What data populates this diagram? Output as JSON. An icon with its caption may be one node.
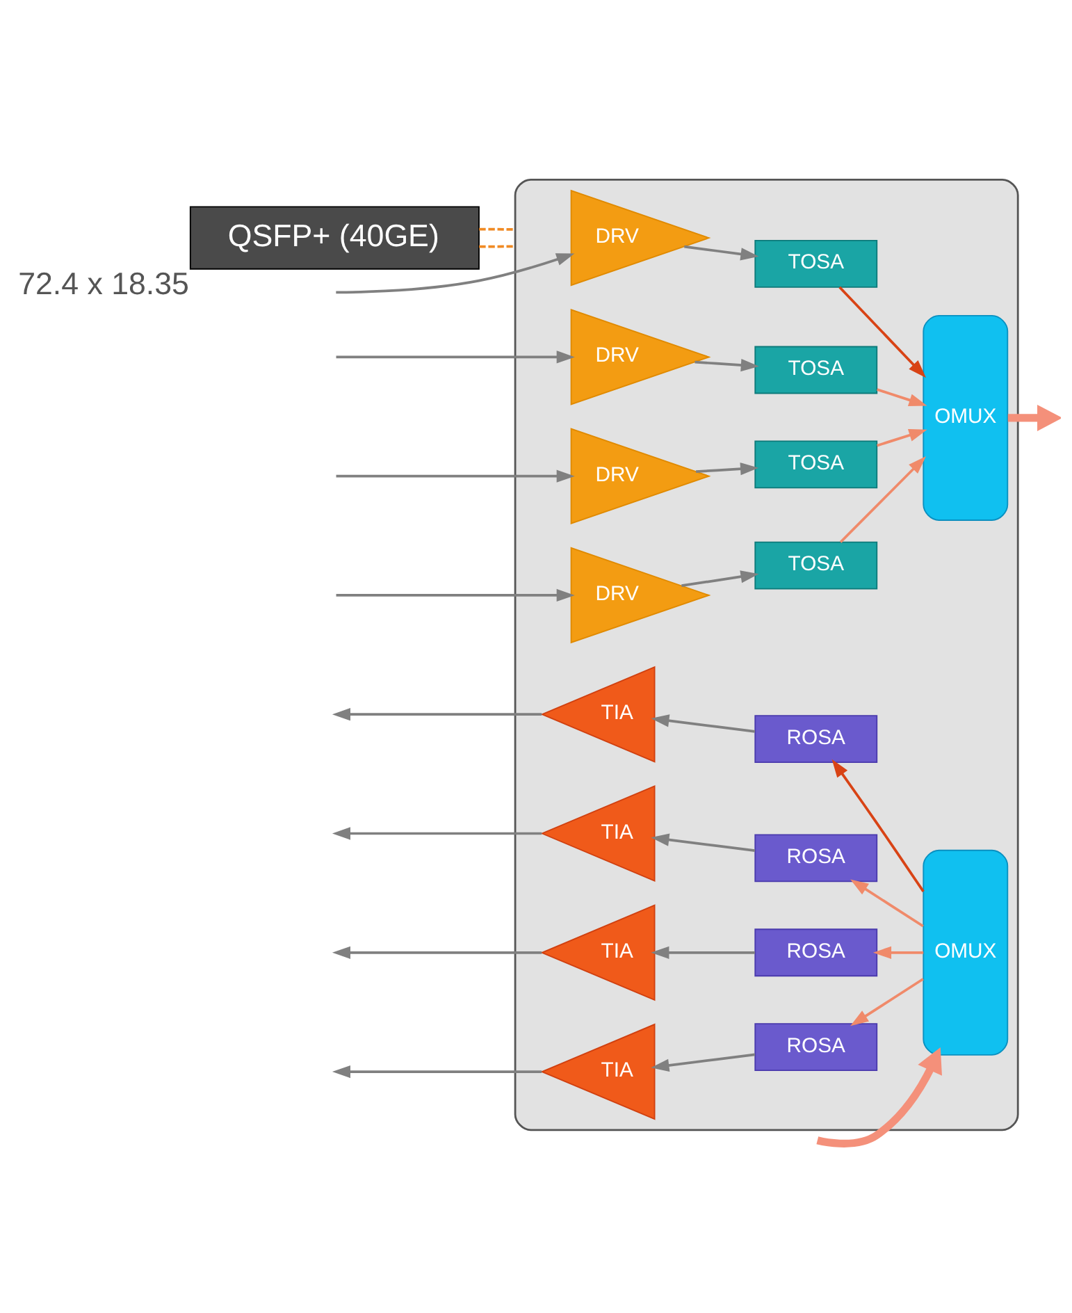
{
  "diagram": {
    "nodes": [
      {
        "text": [
          "QSFP+ (40GE)"
        ],
        "beside": [
          "72.4 x 18.35"
        ]
      },
      {
        "text": [],
        "shape": "box"
      },
      {
        "text": [
          "DRV"
        ],
        "in": 1
      },
      {
        "text": [
          "DRV"
        ],
        "in": 1
      },
      {
        "text": [
          "DRV"
        ],
        "in": 1
      },
      {
        "text": [
          "DRV"
        ],
        "in": 1
      },
      {
        "text": [
          "TOSA"
        ],
        "in": 1
      },
      {
        "text": [
          "TOSA"
        ],
        "in": 1
      },
      {
        "text": [
          "TOSA"
        ],
        "in": 1
      },
      {
        "text": [
          "TOSA"
        ],
        "in": 1
      },
      {
        "text": [
          "OMUX"
        ],
        "in": 1
      },
      {
        "text": [
          "TIA"
        ],
        "in": 1
      },
      {
        "text": [
          "TIA"
        ],
        "in": 1
      },
      {
        "text": [
          "TIA"
        ],
        "in": 1
      },
      {
        "text": [
          "TIA"
        ],
        "in": 1
      },
      {
        "text": [
          "ROSA"
        ],
        "in": 1
      },
      {
        "text": [
          "ROSA"
        ],
        "in": 1
      },
      {
        "text": [
          "ROSA"
        ],
        "in": 1
      },
      {
        "text": [
          "ROSA"
        ],
        "in": 1
      },
      {
        "text": [
          "OMUX"
        ],
        "in": 1
      }
    ],
    "edges": [
      {
        "from": 0,
        "to": 1,
        "arrow": "none",
        "style": "dashed",
        "color": "#f08a24"
      },
      {
        "from": 0,
        "to": 1,
        "arrow": "none",
        "style": "dashed",
        "color": "#f08a24"
      },
      {
        "from": null,
        "to": 2,
        "arrow": "to"
      },
      {
        "from": null,
        "to": 3,
        "arrow": "to"
      },
      {
        "from": null,
        "to": 4,
        "arrow": "to"
      },
      {
        "from": null,
        "to": 5,
        "arrow": "to"
      },
      {
        "from": 2,
        "to": 6,
        "arrow": "to"
      },
      {
        "from": 3,
        "to": 7,
        "arrow": "to"
      },
      {
        "from": 4,
        "to": 8,
        "arrow": "to"
      },
      {
        "from": 5,
        "to": 9,
        "arrow": "to"
      },
      {
        "from": 6,
        "to": 10,
        "arrow": "to",
        "color": "#d84315"
      },
      {
        "from": 7,
        "to": 10,
        "arrow": "to",
        "color": "#f08a6a"
      },
      {
        "from": 8,
        "to": 10,
        "arrow": "to",
        "color": "#f08a6a"
      },
      {
        "from": 9,
        "to": 10,
        "arrow": "to",
        "color": "#f08a6a"
      },
      {
        "from": 10,
        "to": null,
        "arrow": "to",
        "style": "thick",
        "color": "#f4907a"
      },
      {
        "from": null,
        "to": 19,
        "arrow": "to",
        "style": "thick",
        "color": "#f4907a"
      },
      {
        "from": 19,
        "to": 15,
        "arrow": "to",
        "color": "#d84315"
      },
      {
        "from": 19,
        "to": 16,
        "arrow": "to",
        "color": "#f08a6a"
      },
      {
        "from": 19,
        "to": 17,
        "arrow": "to",
        "color": "#f08a6a"
      },
      {
        "from": 19,
        "to": 18,
        "arrow": "to",
        "color": "#f08a6a"
      },
      {
        "from": 15,
        "to": 11,
        "arrow": "to"
      },
      {
        "from": 16,
        "to": 12,
        "arrow": "to"
      },
      {
        "from": 17,
        "to": 13,
        "arrow": "to"
      },
      {
        "from": 18,
        "to": 14,
        "arrow": "to"
      },
      {
        "from": 11,
        "to": null,
        "arrow": "to"
      },
      {
        "from": 12,
        "to": null,
        "arrow": "to"
      },
      {
        "from": 13,
        "to": null,
        "arrow": "to"
      },
      {
        "from": 14,
        "to": null,
        "arrow": "to"
      }
    ]
  }
}
